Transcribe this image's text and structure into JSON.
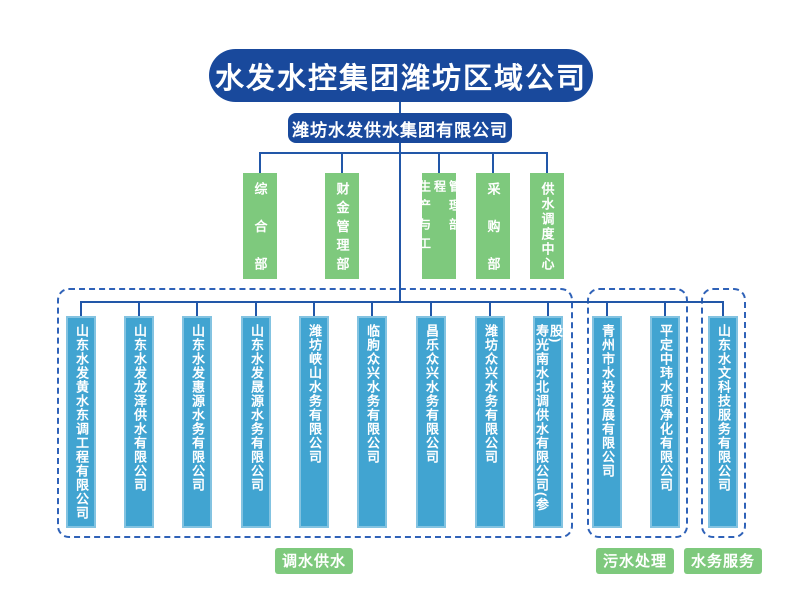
{
  "org_chart": {
    "root_company": "水发水控集团潍坊区域公司",
    "group_company": "潍坊水发供水集团有限公司",
    "departments": [
      "综合部",
      "财金管理部",
      "生产与工程\n管理部",
      "采购部",
      "供水调度中心"
    ],
    "subsidiaries": [
      "山东水发黄水东调工程有限公司",
      "山东水发龙泽供水有限公司",
      "山东水发惠源水务有限公司",
      "山东水发晟源水务有限公司",
      "潍坊峡山水务有限公司",
      "临朐众兴水务有限公司",
      "昌乐众兴水务有限公司",
      "潍坊众兴水务有限公司",
      "寿光南水北调供水有限公司(参股)",
      "青州市水投发展有限公司",
      "平定中玮水质净化有限公司",
      "山东水文科技服务有限公司"
    ],
    "categories": [
      {
        "label": "调水供水",
        "member_count": 9
      },
      {
        "label": "污水处理",
        "member_count": 2
      },
      {
        "label": "水务服务",
        "member_count": 1
      }
    ],
    "colors": {
      "primary_dark_blue": "#19499c",
      "connector_blue": "#2257a8",
      "dashed_outline_blue": "#2f62b8",
      "department_green": "#7ec97d",
      "subsidiary_cyan": "#41a4d1",
      "text_white": "#ffffff"
    }
  }
}
